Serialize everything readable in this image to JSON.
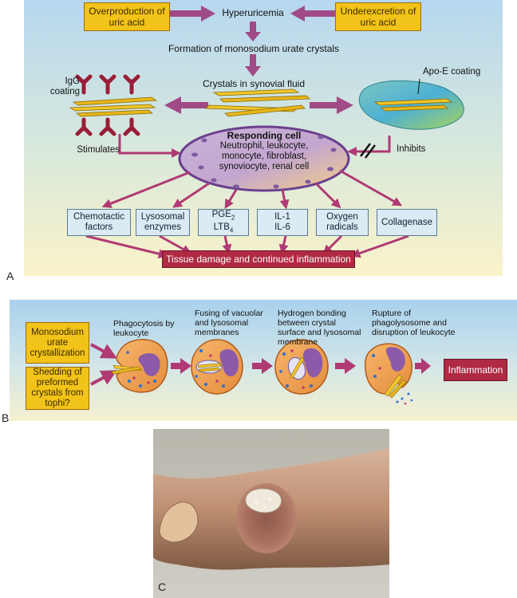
{
  "panel_a": {
    "letter": "A",
    "overproduction": "Overproduction of uric acid",
    "underexcretion": "Underexcretion of uric acid",
    "hyperuricemia": "Hyperuricemia",
    "formation": "Formation of monosodium urate crystals",
    "crystals_in_fluid": "Crystals in synovial fluid",
    "igg_coating": "IgG coating",
    "apoe_coating": "Apo-E coating",
    "stimulates": "Stimulates",
    "inhibits": "Inhibits",
    "responding_cell_title": "Responding cell",
    "responding_cell_body": "Neutrophil, leukocyte, monocyte, fibroblast, synoviocyte, renal cell",
    "mediators": {
      "chemotactic": "Chemotactic factors",
      "lysosomal": "Lysosomal enzymes",
      "pge2": "PGE",
      "pge2_sub": "2",
      "ltb4": "LTB",
      "ltb4_sub": "4",
      "il1": "IL-1",
      "il6": "IL-6",
      "oxygen": "Oxygen radicals",
      "collagenase": "Collagenase"
    },
    "tissue_damage": "Tissue damage and continued inflammation"
  },
  "panel_b": {
    "letter": "B",
    "msu_crystallization": "Monosodium urate crystallization",
    "shedding": "Shedding of preformed crystals from tophi?",
    "step1": "Phagocytosis by leukocyte",
    "step2": "Fusing of vacuolar and lysosomal membranes",
    "step3": "Hydrogen bonding between crystal surface and lysosomal membrane",
    "step4": "Rupture of phagolysosome and disruption of leukocyte",
    "inflammation": "Inflammation"
  },
  "panel_c": {
    "letter": "C"
  },
  "colors": {
    "arrow": "#b03a73",
    "yellow_box": "#f2c318",
    "red_box": "#b02a43",
    "cell_purple": "#b89ac9",
    "leukocyte_orange": "#f2a35a"
  }
}
